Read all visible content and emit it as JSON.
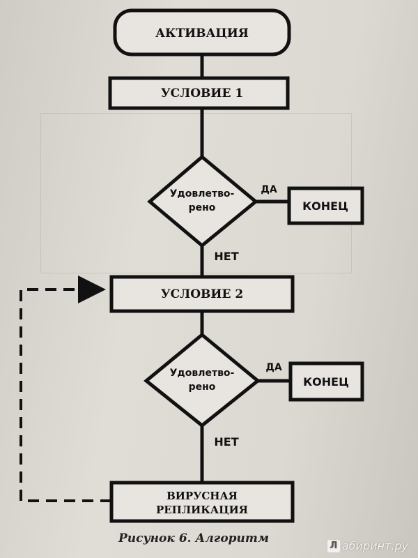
{
  "diagram": {
    "activation": "АКТИВАЦИЯ",
    "condition1": "УСЛОВИЕ 1",
    "condition2": "УСЛОВИЕ 2",
    "decision1": [
      "Удовлетво-",
      "рено"
    ],
    "decision2": [
      "Удовлетво-",
      "рено"
    ],
    "yes1": "ДА",
    "yes2": "ДА",
    "no1": "НЕТ",
    "no2": "НЕТ",
    "end1": "КОНЕЦ",
    "end2": "КОНЕЦ",
    "replication": [
      "ВИРУСНАЯ",
      "РЕПЛИКАЦИЯ"
    ]
  },
  "caption": "Рисунок 6. Алгоритм",
  "watermark": {
    "mark": "Л",
    "text": "абиринт.ру"
  }
}
